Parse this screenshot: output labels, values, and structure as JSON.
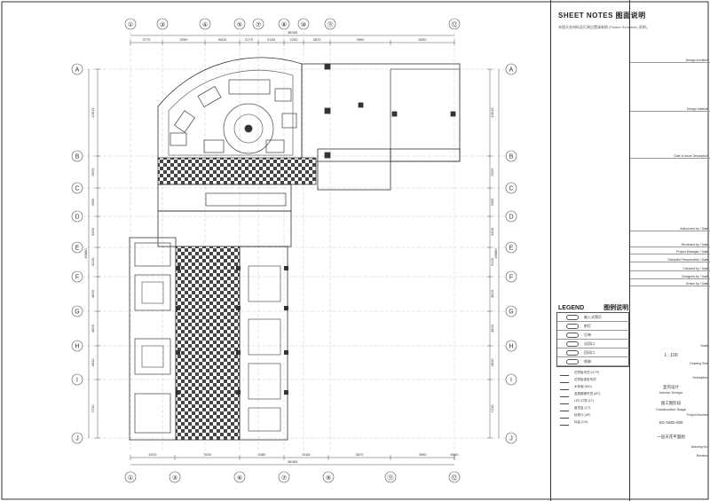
{
  "sheet_notes": {
    "title": "SHEET NOTES 图面说明",
    "body": "本图天花材料及灯具位置请参照 (Fixture Schedule) 说明。"
  },
  "legend": {
    "title": "LEGEND",
    "title_cn": "图例说明"
  },
  "grid": {
    "top_labels": [
      "①",
      "③",
      "④",
      "⑤",
      "⑦",
      "⑧",
      "⑩",
      "⑪",
      "⑫"
    ],
    "bottom_labels": [
      "①",
      "③",
      "⑥",
      "⑦",
      "⑨",
      "⑪",
      "⑫"
    ],
    "row_labels": [
      "A",
      "B",
      "C",
      "D",
      "E",
      "F",
      "G",
      "H",
      "I",
      "J"
    ]
  },
  "dimensions": {
    "top_segments": [
      "3770",
      "3050",
      "5500",
      "2170",
      "2180",
      "2200",
      "3870",
      "3990",
      "8990"
    ],
    "top_total": "38365",
    "bottom_segments": [
      "5370",
      "7630",
      "5380",
      "5165",
      "3870",
      "3990",
      "8990"
    ],
    "bottom_total": "38365",
    "left_segments": [
      "10915",
      "5925",
      "3305",
      "3300",
      "3140",
      "4820",
      "4820",
      "4810",
      "7210"
    ],
    "left_total": "45880",
    "right_segments": [
      "10915",
      "5925",
      "3305",
      "3300",
      "3140",
      "4820",
      "4820",
      "4810",
      "7210"
    ],
    "right_total": "45880"
  },
  "title_block": {
    "rows": [
      {
        "label": "",
        "value": "Design Architect"
      },
      {
        "label": "",
        "value": "Design Institute"
      },
      {
        "label": "",
        "value": "Date & Issue Description"
      },
      {
        "label": "",
        "value": "Authorized by / Date"
      },
      {
        "label": "",
        "value": "Reviewed by / Date"
      },
      {
        "label": "",
        "value": "Project Manager / Date"
      },
      {
        "label": "",
        "value": "Discipline Responsible / Date"
      },
      {
        "label": "",
        "value": "Checked by / Date"
      },
      {
        "label": "",
        "value": "Designed by / Date"
      },
      {
        "label": "",
        "value": "Drawn by / Date"
      }
    ],
    "scale_label": "Scale",
    "scale": "1 : 100",
    "sheet_size_label": "Drawing Size",
    "phase_label": "Description",
    "company_cn": "室内设计",
    "company_en": "Interior Design",
    "phase_cn": "施工图阶段",
    "phase_en": "Construction Stage",
    "project_no_label": "Project Number",
    "project_no": "SG-NOD-000",
    "drawing_title_cn": "一层天花平面图",
    "drawing_no_label": "Drawing No.",
    "revision_label": "Revision"
  },
  "legend_items": [
    {
      "name": "recessed-downlight",
      "text": "嵌入式筒灯"
    },
    {
      "name": "spotlight",
      "text": "射灯"
    },
    {
      "name": "linear-light",
      "text": "灯带"
    },
    {
      "name": "ceiling-grille",
      "text": "出风口"
    },
    {
      "name": "return-grille",
      "text": "回风口"
    },
    {
      "name": "sprinkler",
      "text": "喷淋"
    }
  ],
  "symbol_notes": [
    "石膏板吊顶 (GYP)",
    "石膏板造型吊顶",
    "木饰面 (WD)",
    "金属格栅吊顶 (MT)",
    "LED 灯带 (LT)",
    "窗帘盒 (CT)",
    "检修口 (AP)",
    "标高 (CH)"
  ],
  "colors": {
    "line": "#333333",
    "grid_line": "#888888",
    "hatch": "#444444",
    "paper": "#ffffff"
  }
}
